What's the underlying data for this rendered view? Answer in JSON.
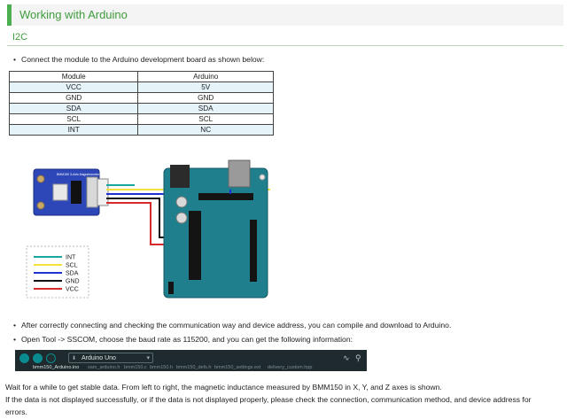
{
  "section_title": "Working with Arduino",
  "subsection_title": "I2C",
  "intro_text": "Connect the module to the Arduino development board as shown below:",
  "pin_table": {
    "headers": [
      "Module",
      "Arduino"
    ],
    "rows": [
      [
        "VCC",
        "5V"
      ],
      [
        "GND",
        "GND"
      ],
      [
        "SDA",
        "SDA"
      ],
      [
        "SCL",
        "SCL"
      ],
      [
        "INT",
        "NC"
      ]
    ]
  },
  "wiring_diagram": {
    "module_label": "BMM150 3-Axis Magnetometer Sensor",
    "legend": [
      {
        "label": "INT",
        "color": "#1aa6a0"
      },
      {
        "label": "SCL",
        "color": "#f2e23a"
      },
      {
        "label": "SDA",
        "color": "#1f2fd0"
      },
      {
        "label": "GND",
        "color": "#111111"
      },
      {
        "label": "VCC",
        "color": "#d62a2a"
      }
    ]
  },
  "step2_text": "After correctly connecting and checking the communication way and device address, you can compile and download to Arduino.",
  "step3_text": "Open Tool -> SSCOM, choose the baud rate as 115200, and you can get the following information:",
  "ide": {
    "board_label": "Arduino Uno",
    "tabs": [
      "bmm150_Arduino.ino",
      "sam_arduino.h",
      "bmm150.c",
      "bmm150.h",
      "bmm150_defs.h",
      "bmm150_settings.ext",
      "delivery_custom.hpp"
    ]
  },
  "para1": "Wait for a while to get stable data. From left to right, the magnetic inductance measured by BMM150 in X, Y, and Z axes is shown.",
  "para2_line1": "If the data is not displayed successfully, or if the data is not displayed properly, please check the connection, communication method, and device address for",
  "para2_line2": "errors."
}
